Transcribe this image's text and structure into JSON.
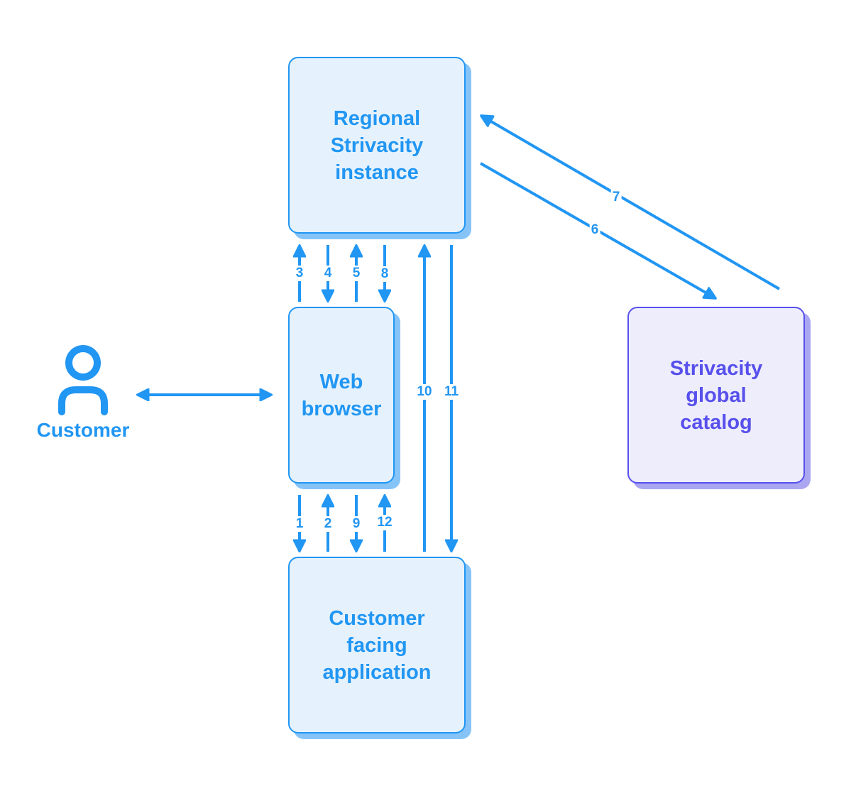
{
  "colors": {
    "primary": "#2196f3",
    "primary_fill": "#e5f2fd",
    "primary_shadow": "#86c4f8",
    "catalog": "#5750ec",
    "catalog_fill": "#eeedfc",
    "catalog_shadow": "#aaa6f0"
  },
  "actor": {
    "label": "Customer",
    "icon": "user-icon"
  },
  "nodes": {
    "regional": {
      "label": "Regional\nStrivacity\ninstance"
    },
    "browser": {
      "label": "Web\nbrowser"
    },
    "app": {
      "label": "Customer\nfacing\napplication"
    },
    "catalog": {
      "label": "Strivacity\nglobal\ncatalog"
    }
  },
  "edges": [
    {
      "id": "customer-browser",
      "from": "customer",
      "to": "browser",
      "label": "",
      "direction": "both"
    },
    {
      "id": "e1",
      "from": "browser",
      "to": "app",
      "label": "1"
    },
    {
      "id": "e2",
      "from": "app",
      "to": "browser",
      "label": "2"
    },
    {
      "id": "e3",
      "from": "browser",
      "to": "regional",
      "label": "3"
    },
    {
      "id": "e4",
      "from": "regional",
      "to": "browser",
      "label": "4"
    },
    {
      "id": "e5",
      "from": "browser",
      "to": "regional",
      "label": "5"
    },
    {
      "id": "e6",
      "from": "regional",
      "to": "catalog",
      "label": "6"
    },
    {
      "id": "e7",
      "from": "catalog",
      "to": "regional",
      "label": "7"
    },
    {
      "id": "e8",
      "from": "regional",
      "to": "browser",
      "label": "8"
    },
    {
      "id": "e9",
      "from": "browser",
      "to": "app",
      "label": "9"
    },
    {
      "id": "e10",
      "from": "app",
      "to": "regional",
      "label": "10"
    },
    {
      "id": "e11",
      "from": "regional",
      "to": "app",
      "label": "11"
    },
    {
      "id": "e12",
      "from": "app",
      "to": "browser",
      "label": "12"
    }
  ]
}
